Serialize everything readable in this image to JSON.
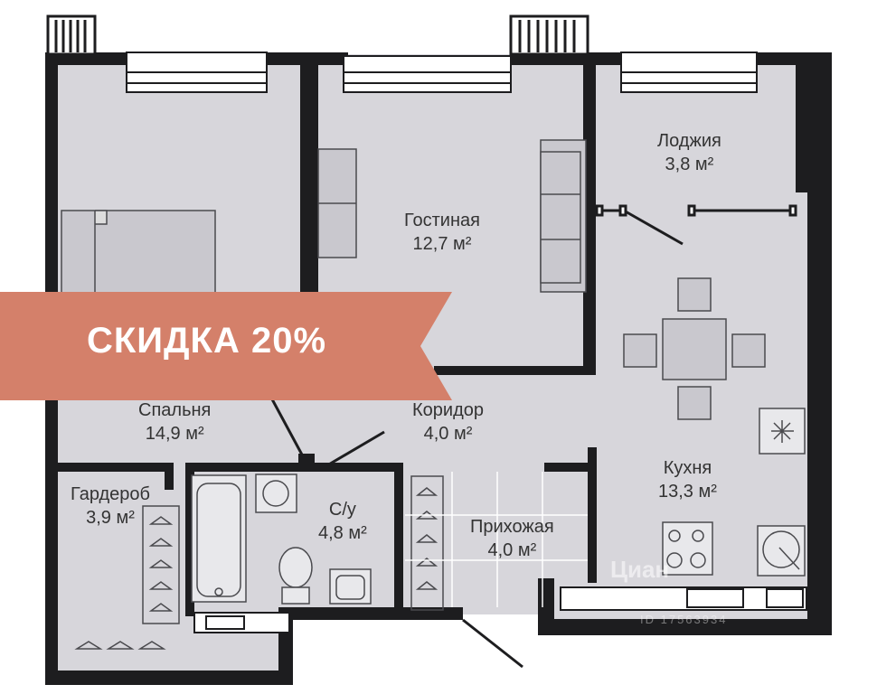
{
  "banner": {
    "text": "СКИДКА 20%",
    "color": "#d4806a"
  },
  "watermark": {
    "brand": "Циан",
    "id": "ID 17563934"
  },
  "rooms": {
    "loggia": {
      "name": "Лоджия",
      "area": "3,8 м²"
    },
    "living": {
      "name": "Гостиная",
      "area": "12,7 м²"
    },
    "bedroom": {
      "name": "Спальня",
      "area": "14,9 м²"
    },
    "corridor": {
      "name": "Коридор",
      "area": "4,0 м²"
    },
    "kitchen": {
      "name": "Кухня",
      "area": "13,3 м²"
    },
    "wardrobe": {
      "name": "Гардероб",
      "area": "3,9 м²"
    },
    "bathroom": {
      "name": "С/у",
      "area": "4,8 м²"
    },
    "hallway": {
      "name": "Прихожая",
      "area": "4,0 м²"
    }
  },
  "colors": {
    "wall": "#1d1d1f",
    "floor": "#d7d6db",
    "furniture": "#c9c8ce",
    "line": "#4a4a4e"
  }
}
